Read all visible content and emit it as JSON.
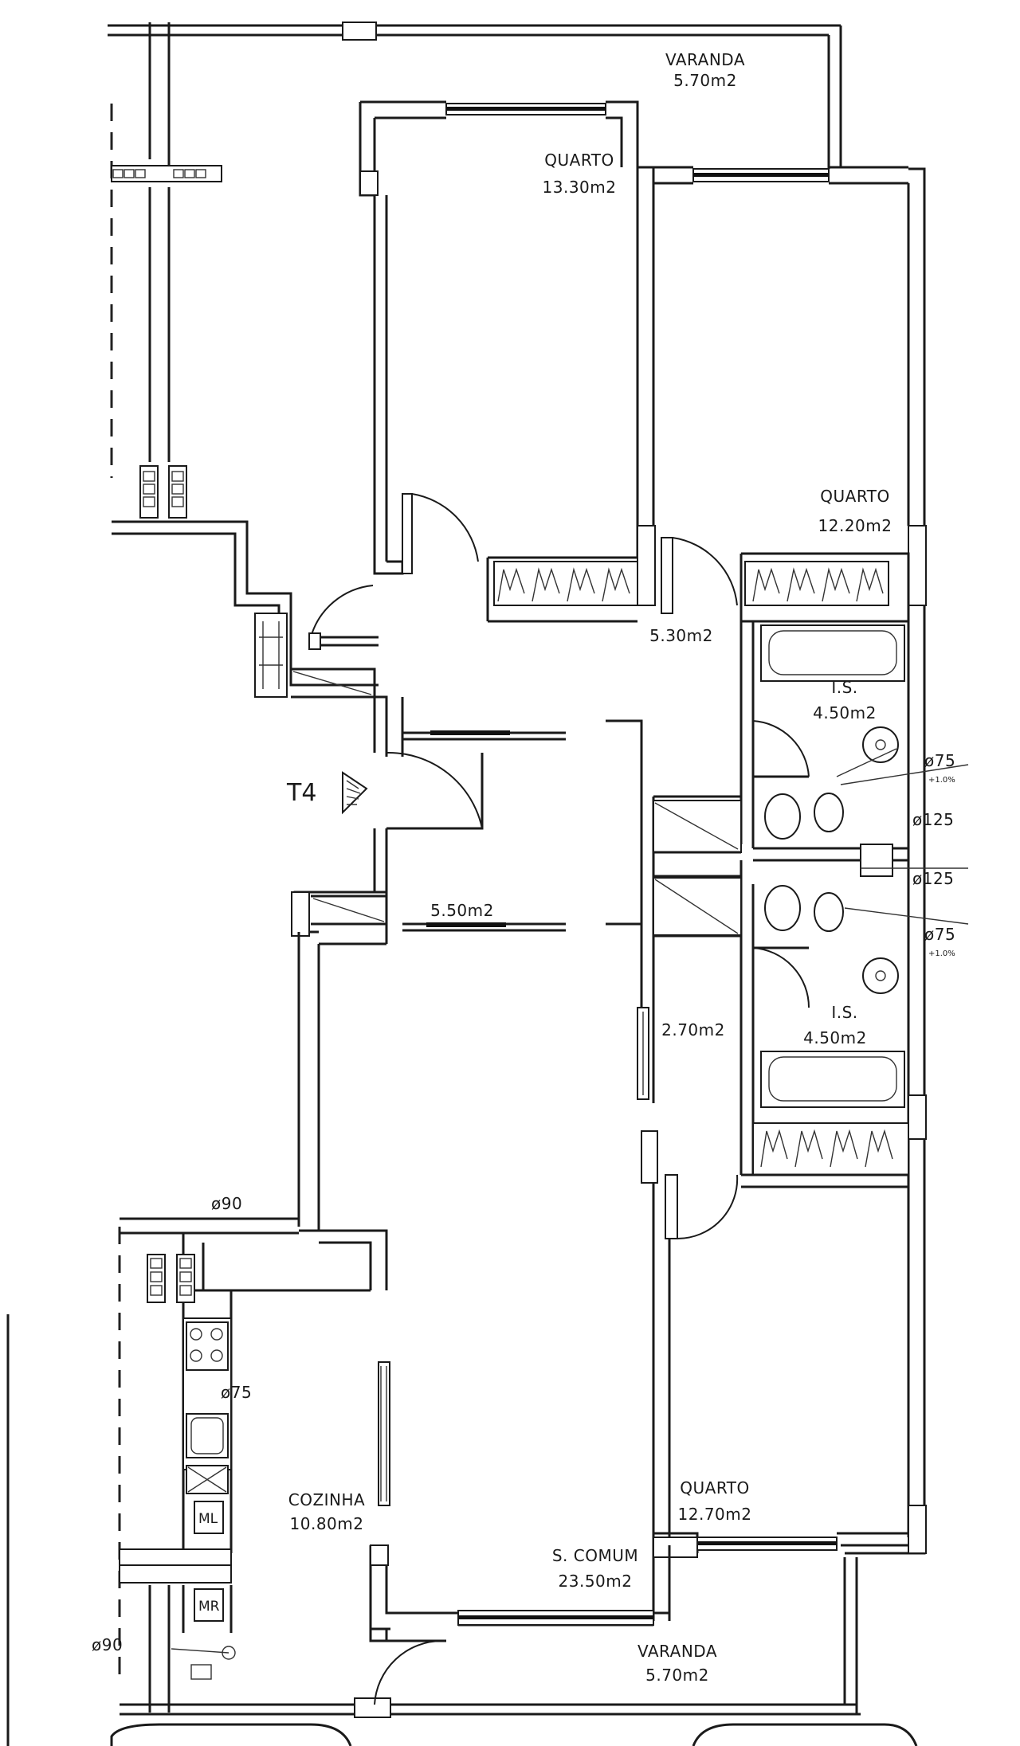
{
  "rooms": {
    "varanda_top": {
      "name": "VARANDA",
      "area": "5.70m2"
    },
    "quarto_1": {
      "name": "QUARTO",
      "area": "13.30m2"
    },
    "quarto_2": {
      "name": "QUARTO",
      "area": "12.20m2"
    },
    "hall_top": {
      "area": "5.30m2"
    },
    "is_1": {
      "name": "I.S.",
      "area": "4.50m2"
    },
    "hall_mid": {
      "area": "5.50m2"
    },
    "corridor": {
      "area": "2.70m2"
    },
    "is_2": {
      "name": "I.S.",
      "area": "4.50m2"
    },
    "cozinha": {
      "name": "COZINHA",
      "area": "10.80m2"
    },
    "sala": {
      "name": "S. COMUM",
      "area": "23.50m2"
    },
    "quarto_3": {
      "name": "QUARTO",
      "area": "12.70m2"
    },
    "varanda_bottom": {
      "name": "VARANDA",
      "area": "5.70m2"
    }
  },
  "entrance": {
    "label": "T4"
  },
  "annotations": {
    "pipe_75_top": "ø75",
    "pipe_75_top_note": "+1.0%",
    "pipe_125_top": "ø125",
    "pipe_125_bottom": "ø125",
    "pipe_75_bottom": "ø75",
    "pipe_75_bottom_note": "+1.0%",
    "pipe_90_top": "ø90",
    "pipe_75_kitchen": "ø75",
    "pipe_90_bottom": "ø90"
  },
  "fixtures": {
    "ml": "ML",
    "mr": "MR"
  }
}
